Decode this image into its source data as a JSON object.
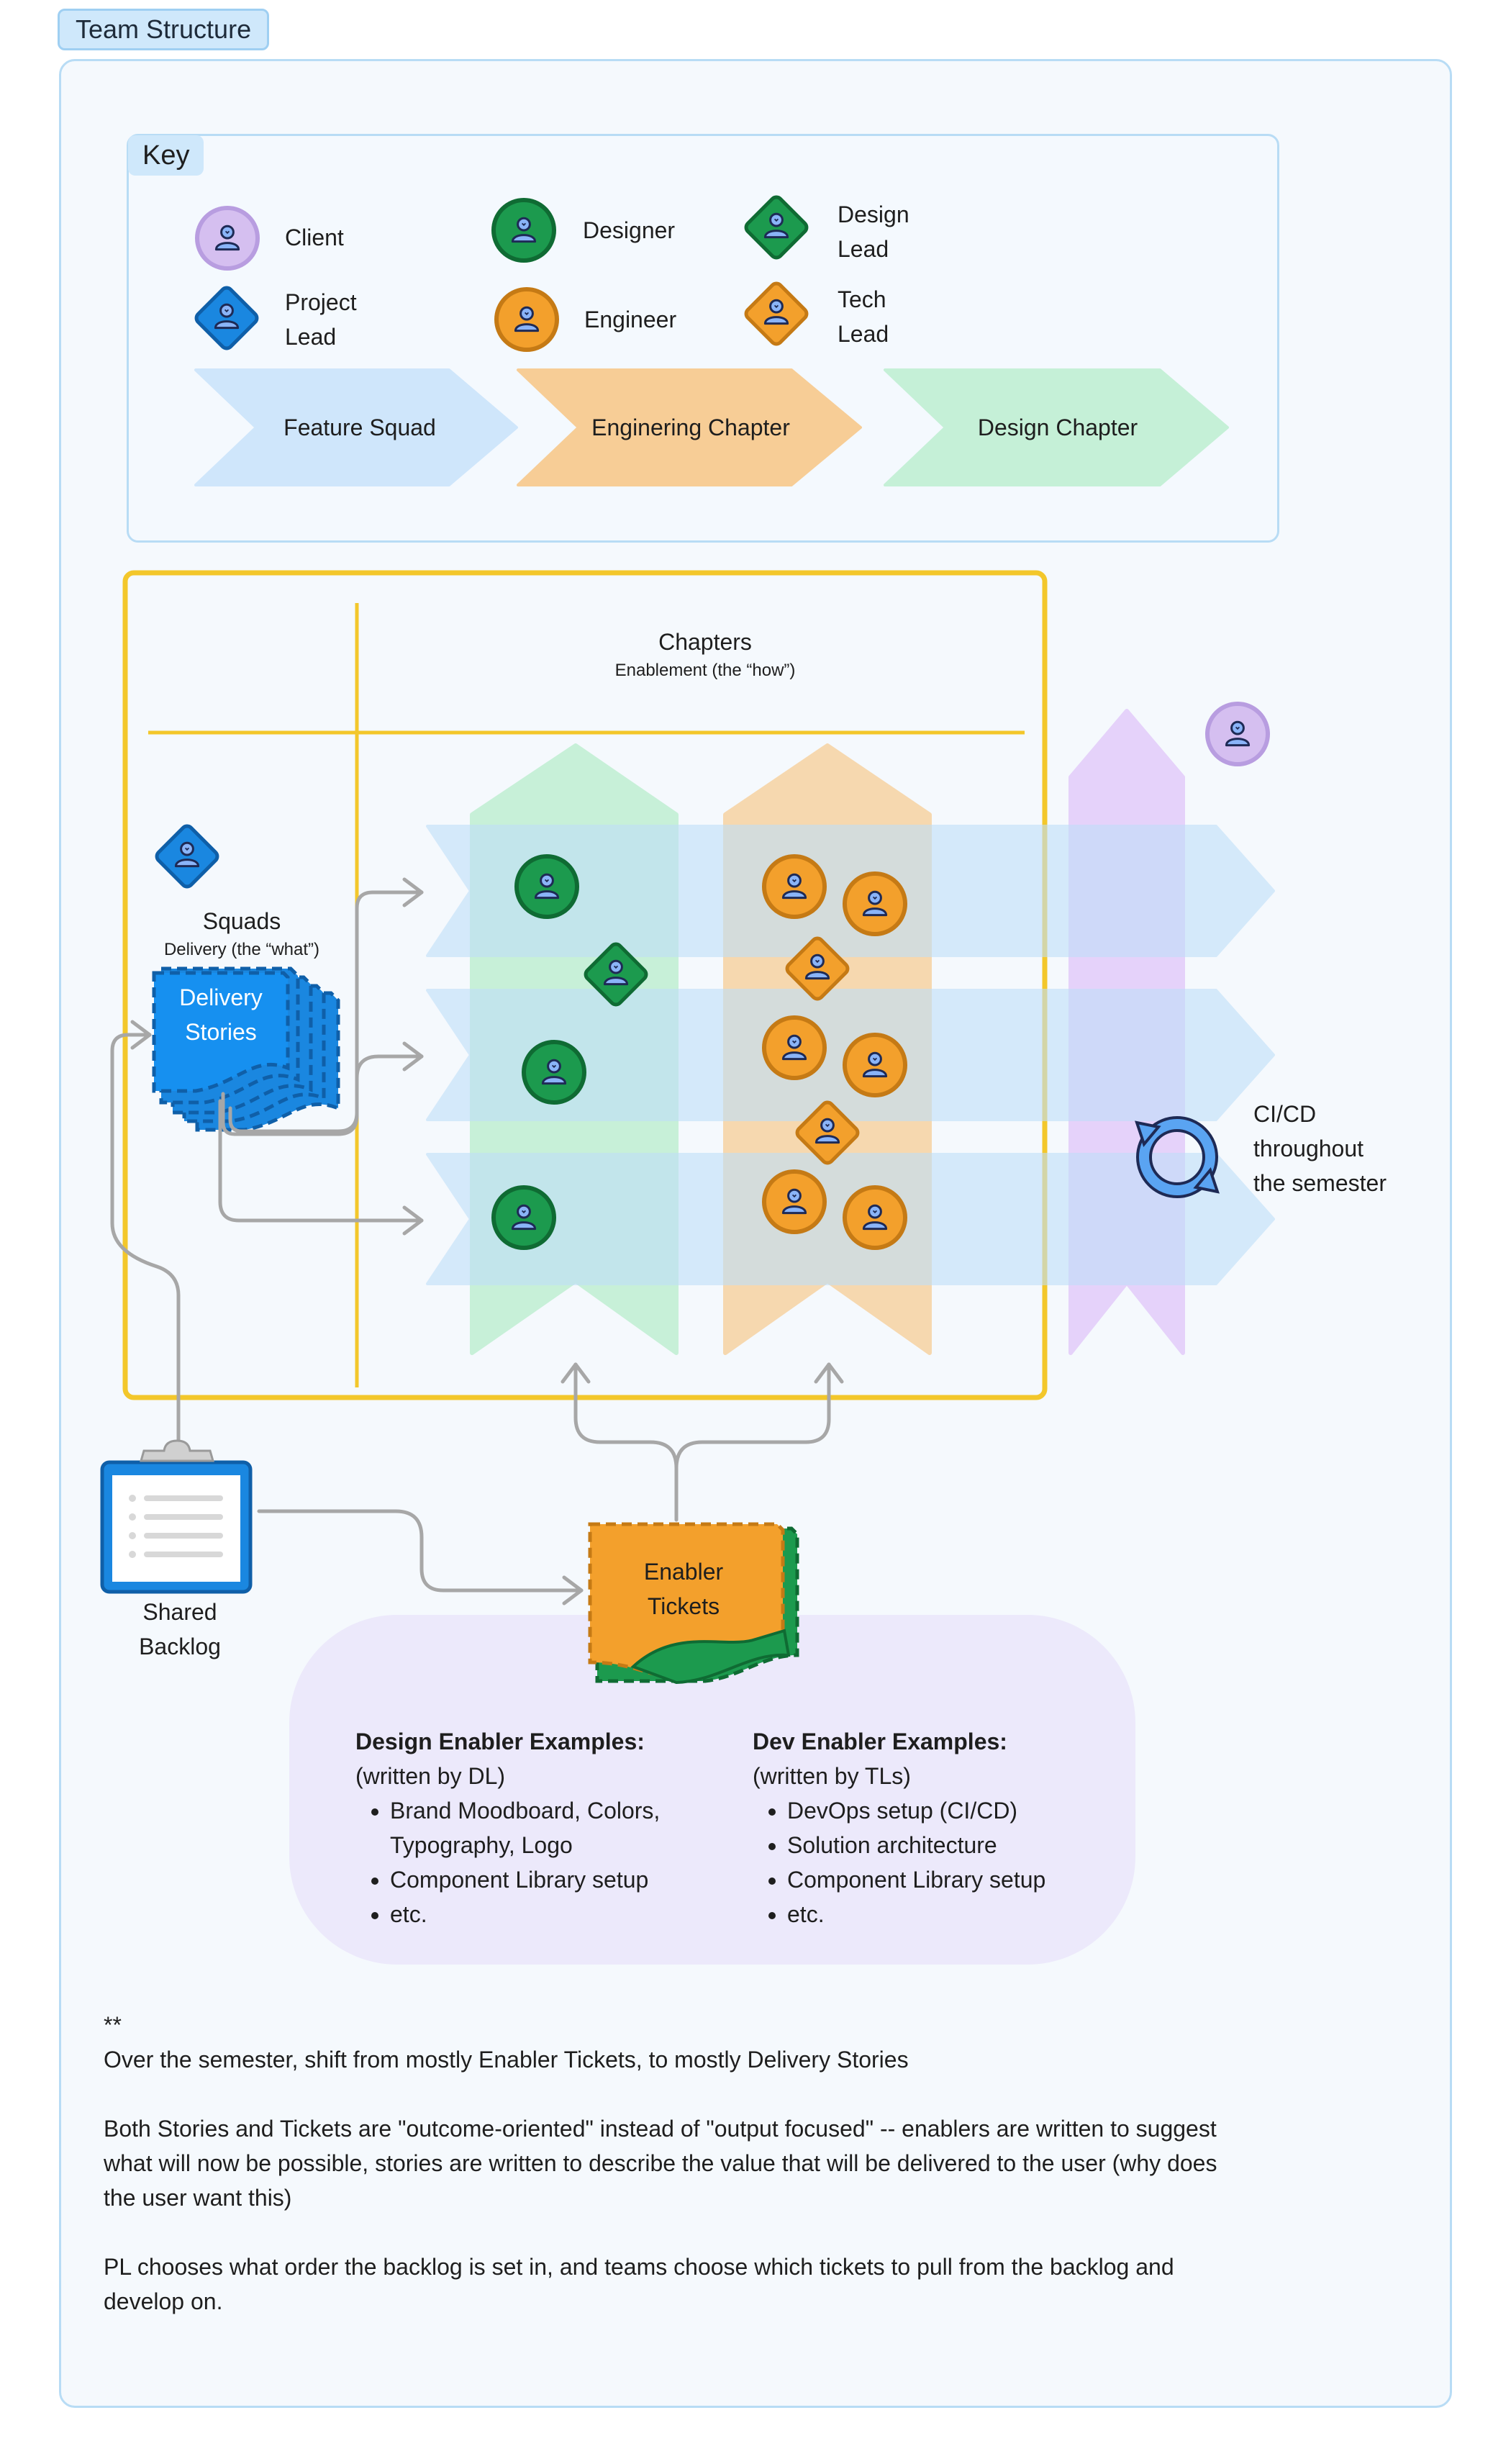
{
  "frame": {
    "title": "Team Structure"
  },
  "key": {
    "title": "Key",
    "roles": {
      "client": "Client",
      "project_lead": [
        "Project",
        "Lead"
      ],
      "designer": "Designer",
      "engineer": "Engineer",
      "design_lead": [
        "Design",
        "Lead"
      ],
      "tech_lead": [
        "Tech",
        "Lead"
      ]
    },
    "groups": {
      "feature_squad": "Feature Squad",
      "engineering_chapter": "Enginering Chapter",
      "design_chapter": "Design Chapter"
    }
  },
  "diagram": {
    "chapters_title": "Chapters",
    "chapters_subtitle": "Enablement (the “how”)",
    "squads_title": "Squads",
    "squads_subtitle": "Delivery (the “what”)",
    "delivery_stories": [
      "Delivery",
      "Stories"
    ],
    "cicd": [
      "CI/CD",
      "throughout",
      "the semester"
    ],
    "shared_backlog": [
      "Shared",
      "Backlog"
    ],
    "enabler_tickets": [
      "Enabler",
      "Tickets"
    ]
  },
  "examples": {
    "design": {
      "title": "Design Enabler Examples:",
      "subtitle": "(written by DL)",
      "items": [
        "Brand Moodboard, Colors, Typography, Logo",
        "Component Library setup",
        "etc."
      ]
    },
    "dev": {
      "title": "Dev Enabler Examples:",
      "subtitle": "(written by TLs)",
      "items": [
        "DevOps setup (CI/CD)",
        "Solution architecture",
        "Component Library setup",
        "etc."
      ]
    }
  },
  "notes": {
    "marker": "**",
    "line1": "Over the semester, shift from mostly Enabler Tickets, to mostly Delivery Stories",
    "para2": "Both Stories and Tickets are \"outcome-oriented\" instead of \"output focused\" -- enablers are written to suggest what will now be possible, stories are written to describe the value that will be delivered to the user (why does the user want this)",
    "para3": "PL chooses what order the backlog is set in, and teams choose which tickets to pull from the backlog and develop on."
  },
  "colors": {
    "client": "#d5bff0",
    "designer": "#1c9a4e",
    "engineer": "#f3a02c",
    "project_lead": "#1a87e0",
    "squad": "#cfe6fb",
    "eng_chapter": "#f7cd96",
    "design_chapter": "#c5f0d7",
    "chapter_frame": "#f3c72b"
  }
}
